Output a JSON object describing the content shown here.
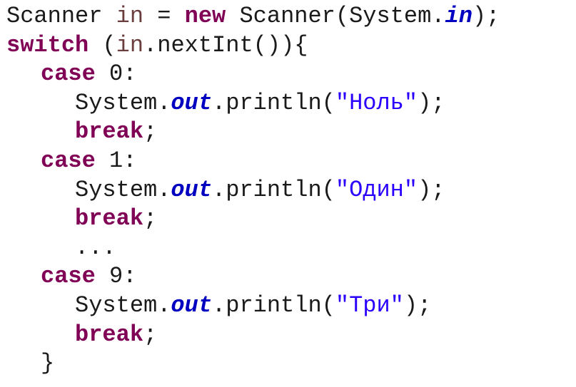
{
  "colors": {
    "keyword": "#7f0055",
    "variable": "#6a3e3e",
    "static_field": "#0000c0",
    "string": "#2a00ff",
    "plain": "#1a1a1a",
    "background": "#ffffff"
  },
  "code": {
    "line1": {
      "t1": "Scanner",
      "t2": "in",
      "t3": "=",
      "t4": "new",
      "t5": "Scanner(System.",
      "t6": "in",
      "t7": ");"
    },
    "line2": {
      "t1": "switch",
      "t2": "(",
      "t3": "in",
      "t4": ".nextInt()){"
    },
    "line3": {
      "t1": "case",
      "t2": "0:"
    },
    "line4": {
      "t1": "System.",
      "t2": "out",
      "t3": ".println(",
      "t4": "\"Ноль\"",
      "t5": ");"
    },
    "line5": {
      "t1": "break",
      "t2": ";"
    },
    "line6": {
      "t1": "case",
      "t2": "1:"
    },
    "line7": {
      "t1": "System.",
      "t2": "out",
      "t3": ".println(",
      "t4": "\"Один\"",
      "t5": ");"
    },
    "line8": {
      "t1": "break",
      "t2": ";"
    },
    "line9": {
      "t1": "..."
    },
    "line10": {
      "t1": "case",
      "t2": "9:"
    },
    "line11": {
      "t1": "System.",
      "t2": "out",
      "t3": ".println(",
      "t4": "\"Три\"",
      "t5": ");"
    },
    "line12": {
      "t1": "break",
      "t2": ";"
    },
    "line13": {
      "t1": "}"
    }
  }
}
